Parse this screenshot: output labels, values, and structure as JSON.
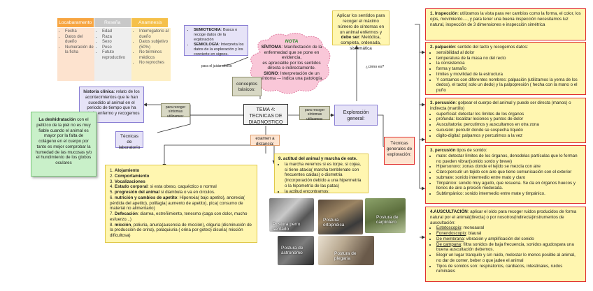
{
  "table": {
    "headers": [
      "Locabaramento",
      "Reseña",
      "Anamnesis"
    ],
    "col1": [
      "Fecha",
      "Datos del dueño",
      "Numeración de la ficha"
    ],
    "col2": [
      "Edad",
      "Raza",
      "Sexo",
      "Peso",
      "Fututo reproductivo"
    ],
    "col3": [
      "Interrogatorio al dueño",
      "Datos subjetivo (50%)",
      "No términos médicos",
      "No reproches"
    ]
  },
  "semio": {
    "line1_term": "SEMIOTECNIA",
    "line1_text": ": Busca o recoge datos de la exploración",
    "line2_term": "SEMIOLOGÍA",
    "line2_text": ": Interpreta los datos de la exploración y los convierte en signos."
  },
  "cloud": {
    "nota": "NOTA",
    "sintoma_term": "SÍNTOMA",
    "sintoma_text": ": Manifestación de la enfermedad que se pone en evidencia,",
    "sintoma_text2": "es apreciable por los sentidos directa o indirectamente.",
    "signo_term": "SIGNO",
    "signo_text": ": Interpretación de un síntoma --- indica una patología."
  },
  "para_juicio": "para el juicio clínico",
  "conceptos": "conceptos básicos:",
  "historia": {
    "term": "historia clínica",
    "text": ": relato de los acontecimientos que le han sucedido al animal en el periodo de tiempo que ha estado enfermo y recogemos"
  },
  "para_recoger_left": "para recoger síntomas utilizamos:",
  "tema": "TEMA 4: TECNICAS DE DIAGNOSTICO",
  "para_recoger_right": "para recoger síntomas utilizamos:",
  "exploracion_general": "Exploración general:",
  "aplicar": {
    "text": "Aplicar los sentidos para recoger el máximo número de síntomas en un animal enfermos y",
    "bold": "debe ser",
    "rest": ": Metódica, completa, ordenada, sistemática"
  },
  "como": "¿cómo es?",
  "tecnicas_lab": "Técnicas de laboratorio",
  "deshidratacion": {
    "term": "La deshidratación",
    "text": " con el pellizco de la piel no es muy fiable cuando el animal es mayor por la falta de colágeno en el cuerpo por tanto es mejor comprobar la humedad de las mucosas y/o el hundimiento de los globos oculares"
  },
  "examen": "examen a distancia:",
  "examen_list": [
    {
      "n": "1.",
      "b": "Alojamiento",
      "t": ""
    },
    {
      "n": "2.",
      "b": "Comportamiento",
      "t": ""
    },
    {
      "n": "3.",
      "b": "Vocalizaciones",
      "t": ""
    },
    {
      "n": "4.",
      "b": "Estado corporal",
      "t": ": si esta obeso,  caquéctico o normal"
    },
    {
      "n": "5.",
      "b": "progresión del animal",
      "t": " si diambula o va en circulos."
    },
    {
      "n": "6.",
      "b": "nutrición y cambios de apetito",
      "t": ": Hiporexia( bajo apetito), anorexia( pérdida del apetito), polifagia( aumento de apetito), pica( consumo de material no alimentario)"
    },
    {
      "n": "7.",
      "b": "Defecación",
      "t": ": diarrea, estreñimiento, tenesmo (caga con dolor, mucho esfuerzo...)"
    },
    {
      "n": "8.",
      "b": "micción",
      "t": ", poliuria, anuria(ausencia de micción), oliguria (disminución de la producción de orina), polaquiuria ( orina por goteo) disuria( micción dificultosa)"
    }
  ],
  "actitud": {
    "title_num": "9.",
    "title": "actitud del animal y marcha de este.",
    "items": [
      "la marcha veremos si es torpe, si cojea, si tiene ataxia( marcha temblenate con frecuentes caidas) o dismetria (incorporación debido a una hipermetria o la hipometría de las patas)",
      "la actitud encontramos:"
    ]
  },
  "photos": [
    {
      "label": "Postura perro sentado"
    },
    {
      "label": "Postura ortopnéica"
    },
    {
      "label": "Postura de carpintero"
    },
    {
      "label": "Postura de astronomo"
    },
    {
      "label": "Postura de plegaria"
    }
  ],
  "tecnicas_generales": "Técnicas generales de exploración:",
  "inspeccion": {
    "num": "1.",
    "term": "Inspección",
    "text": ": utilizamos la vista para ver cambios como la forma, el color, los ojos, movimiento...., y para tener una buena inspección necesitamos luz natural, inspección de 3 dimensiones e inspección simétrica"
  },
  "palpacion": {
    "num": "2.",
    "term": "palpación",
    "text": ": sentido del tacto y recogemos datos:",
    "items": [
      "sensibilidad al dolor",
      "temperatura de la masa no del recto",
      "la consistencia",
      "forma y tamaño",
      "límites y movilidad de la estructura",
      "Y contamos con diferentes nombres: palpación (utilizamos la yema de los dedos), el tacto( solo un dedo) y la palpopresión ( hecha con la mano o el puño"
    ]
  },
  "percusion": {
    "num": "3.",
    "term": "percusión",
    "text": ": golpear el cuerpo del animal y puede ser directa (manos) o indirecta (martillo)",
    "items": [
      "superficial: detectar los límites de los órganos",
      "profunda: localizar lesiones y puntos de dolor",
      "Auscultatoria: percutimos y auscultamos en otra zona",
      "sucusión: percutir donde se sospecha líquido",
      "digito-digital: palpamos y percutimos a la vez"
    ]
  },
  "percusion_tipos": {
    "num": "3.",
    "term": "percusión",
    "text": " tipos de sonido:",
    "items": [
      "mate: detectar límites de los órganos, denodelas partículas que lo forman no pueden vibrar(sonido sordo y breve)",
      "Hipersonoro: zonas donde el tejido se mezcla con aire",
      "Claro:percutir un tejido con aire que tiene comunicación con el exterior",
      "submate: sonido intermedio entre mato y claro",
      "Timpánico: sonido muy agudo, que resuena. Se da en órganos huecos y llenos de aire a presión moderada.",
      "Subtimpánico: sonido intermedio entre mate y timpánico."
    ]
  },
  "auscultacion": {
    "num": "4.",
    "term": "AUSCULTACIÓN",
    "text": ": aplicar el oído para recoger ruidos producidos de forma natural por el animal(directa) o por nosotros(indirecta)instrumentos de auscultación:",
    "items": [
      {
        "u": "Estetoscopio",
        "t": ": monoaural"
      },
      {
        "u": "Fonendoscopio",
        "t": ": biaural"
      },
      {
        "u": "De membrana",
        "t": ": vibración y amplificación del sonido"
      },
      {
        "u": "De campana",
        "t": ": filtra sonidos de baja frecuencia, sonidos agudospara una buena auscultación debemos."
      },
      {
        "u": "",
        "t": "Elegir un lugar tranquilo y sin ruido, molestar lo menos posible al animal, no dar de comer, beber o que jadee el animal"
      },
      {
        "u": "",
        "t": "Tipos de sonidos son: respiratorios, cardiacos, intestinales, ruidos ruminales"
      }
    ]
  },
  "colors": {
    "yellow": "#fff6b0",
    "lavender": "#e6e3f7",
    "header_orange": "#f7a541",
    "header_grey": "#c8c8c8",
    "header_yellow": "#f5c04a",
    "red": "#e03030"
  }
}
